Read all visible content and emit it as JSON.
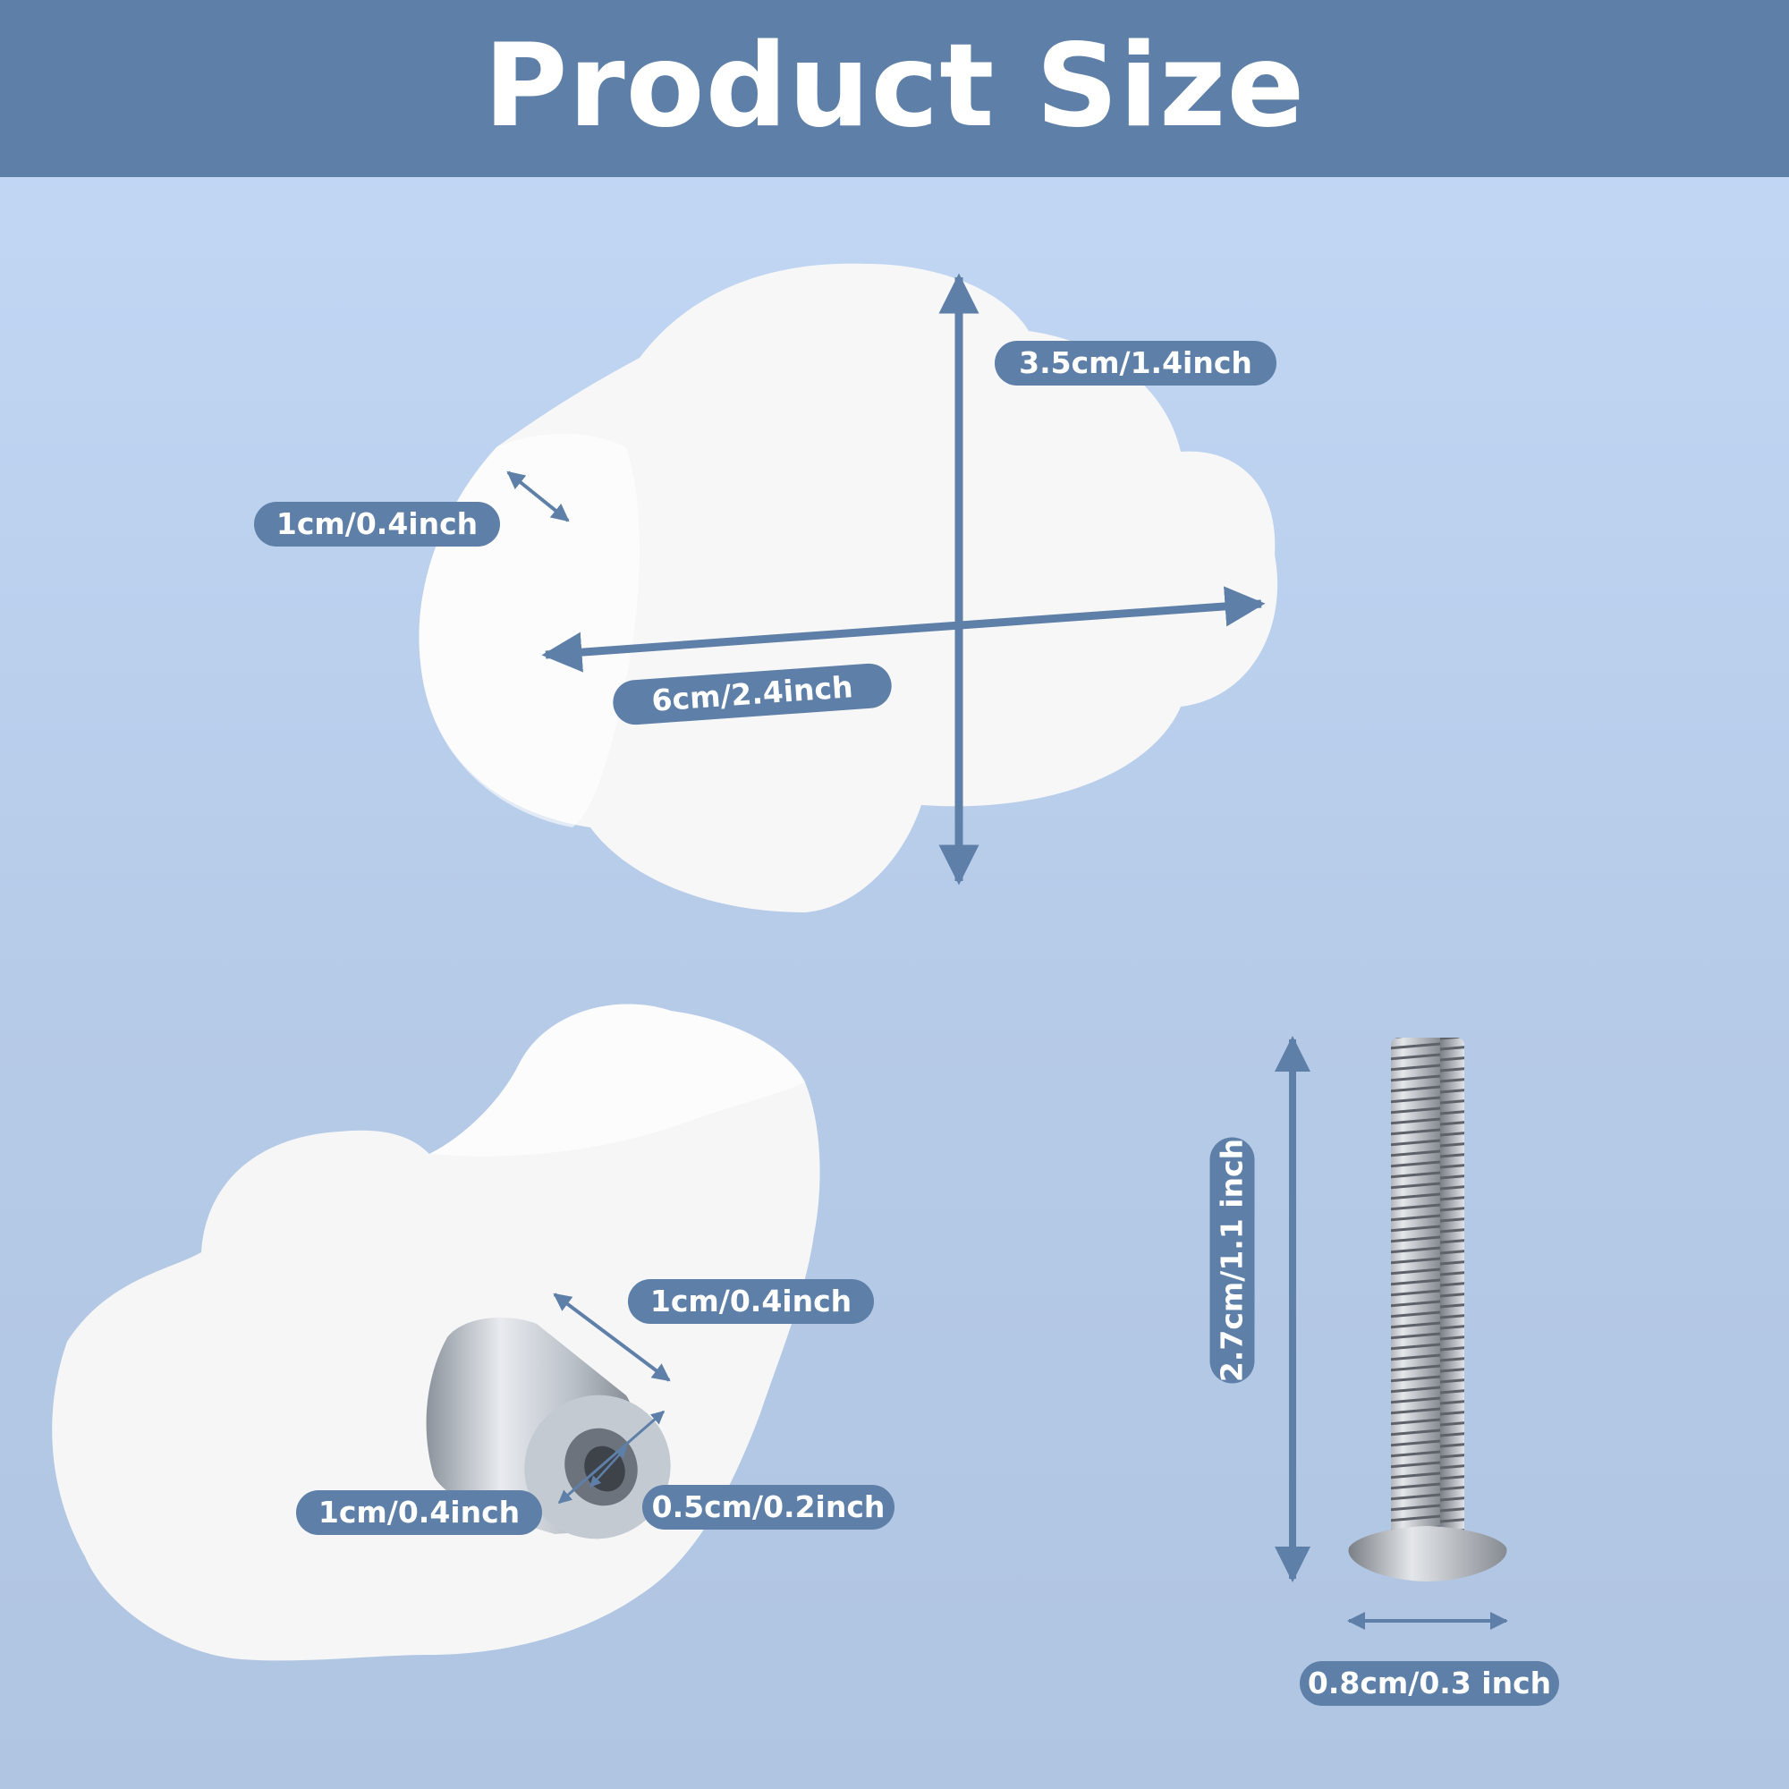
{
  "title": "Product Size",
  "dimensions": {
    "front_height": "3.5cm/1.4inch",
    "front_width": "6cm/2.4inch",
    "front_depth": "1cm/0.4inch",
    "back_base_length": "1cm/0.4inch",
    "back_base_diameter": "1cm/0.4inch",
    "back_hole_diameter": "0.5cm/0.2inch",
    "screw_length": "2.7cm/1.1 inch",
    "screw_head_diameter": "0.8cm/0.3 inch"
  },
  "colors": {
    "accent": "#5e7fa8",
    "knob": "#ffffff",
    "metal": "#c9ced5"
  }
}
